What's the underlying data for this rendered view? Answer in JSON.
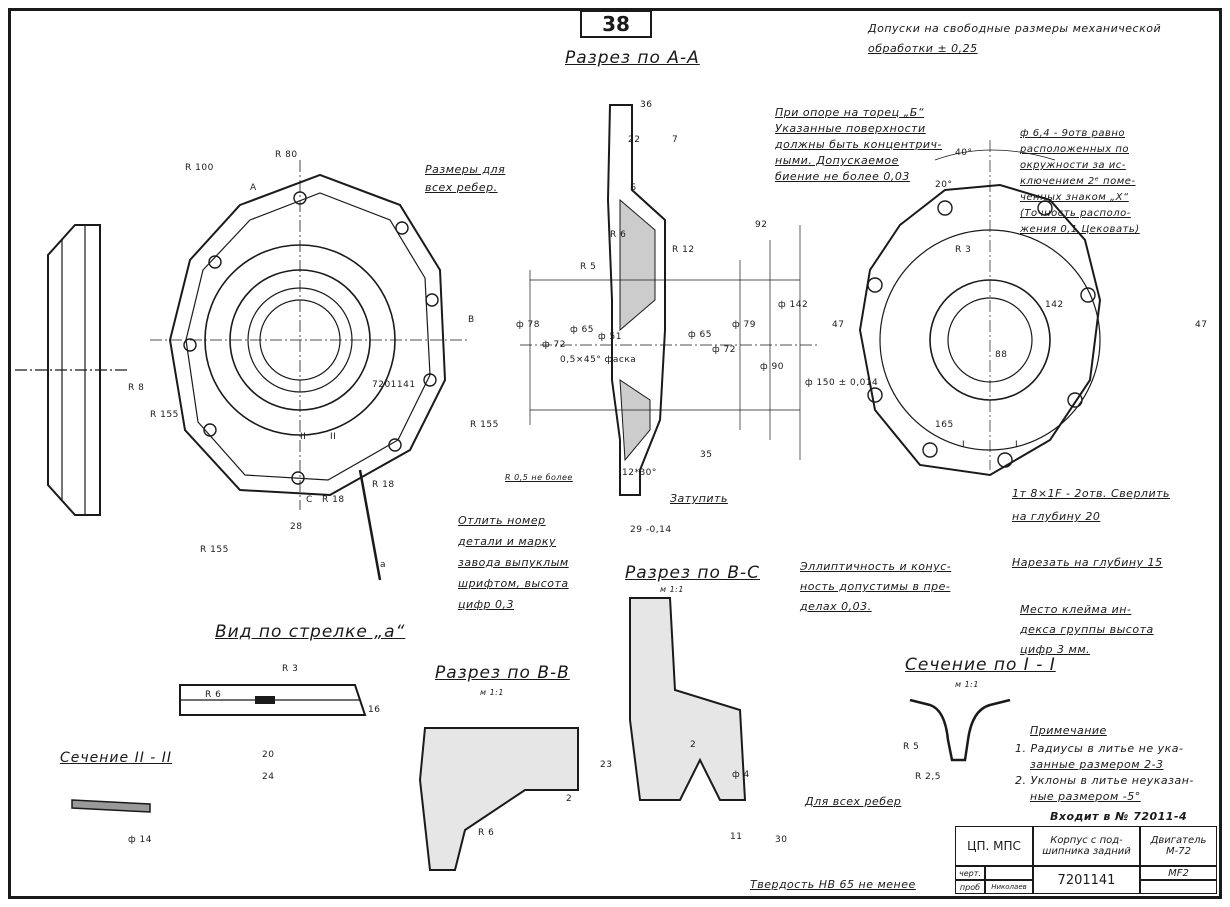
{
  "page_number": "38",
  "tolerance_note": [
    "Допуски на свободные размеры механической",
    "обработки ± 0,25"
  ],
  "views": {
    "section_aa": "Разрез по А-А",
    "section_bc": "Разрез по В-С",
    "section_bc_scale": "м 1:1",
    "view_arrow_a": "Вид по стрелке „а“",
    "section_bb": "Разрез по В-В",
    "section_bb_scale": "м 1:1",
    "section_i": "Сечение по I - I",
    "section_i_scale": "м 1:1",
    "section_ii": "Сечение II - II"
  },
  "notes": {
    "concentric": [
      "При опоре на торец „Б“",
      "Указанные поверхности",
      "должны быть концентрич-",
      "ными. Допускаемое",
      "биение не более 0,03"
    ],
    "holes": [
      "ф 6,4 - 9отв равно",
      "расположенных по",
      "окружности за ис-",
      "ключением 2ᵉ поме-",
      "ченных знаком „X“",
      "(Точность располо-",
      "жения 0,1 Цековать)"
    ],
    "ribs": [
      "Размеры для",
      "всех ребер."
    ],
    "cast": [
      "Отлить номер",
      "детали и марку",
      "завода выпуклым",
      "шрифтом, высота",
      "цифр 0,3"
    ],
    "thread": [
      "1т 8×1F - 2отв. Сверлить",
      "на глубину 20",
      "Нарезать на глубину 15"
    ],
    "ellipticity": [
      "Эллиптичность и конус-",
      "ность допустимы в пре-",
      "делах 0,03."
    ],
    "stamp": [
      "Место клейма ин-",
      "декса группы высота",
      "цифр 3 мм."
    ],
    "blunt": "Затупить",
    "radius_max": "R 0,5 не более",
    "all_ribs": "Для всех ребер",
    "hardness": "Твердость НВ 65 не менее",
    "remark_title": "Примечание",
    "remarks": [
      "1. Радиусы в литье не ука-",
      "занные размером 2-3",
      "2. Уклоны в литье неуказан-",
      "ные размером -5°"
    ],
    "includes": "Входит в № 72011-4"
  },
  "dimensions": [
    "36",
    "22",
    "7",
    "R 100",
    "R 80",
    "R 155",
    "R 155",
    "R 155",
    "R 8",
    "R 18",
    "R 18",
    "28",
    "В",
    "А",
    "Б",
    "С",
    "а",
    "40°",
    "20°",
    "ф 78",
    "ф 72",
    "ф 65",
    "ф 51",
    "ф 65",
    "ф 72",
    "ф 79",
    "ф 90",
    "ф 142",
    "ф 150 ± 0,014",
    "92",
    "47",
    "47",
    "88",
    "142",
    "165",
    "R 3",
    "R 6",
    "R 12",
    "R 5",
    "35",
    "29 -0,14",
    "12*30°",
    "0,5×45° фаска",
    "R 3",
    "R 6",
    "20",
    "24",
    "16",
    "23",
    "2",
    "R 6",
    "2",
    "ф 4",
    "11",
    "30",
    "R 5",
    "R 2,5",
    "ф 14",
    "7201141",
    "I",
    "I",
    "II",
    "II"
  ],
  "title_block": {
    "org": "ЦП. МПС",
    "part_name": "Корпус с под- шипника задний",
    "assembly": "Двигатель М-72",
    "drawn": "черт.",
    "checked": "проб",
    "checker_name": "Николаев",
    "part_number": "7201141",
    "material": "МF2"
  }
}
